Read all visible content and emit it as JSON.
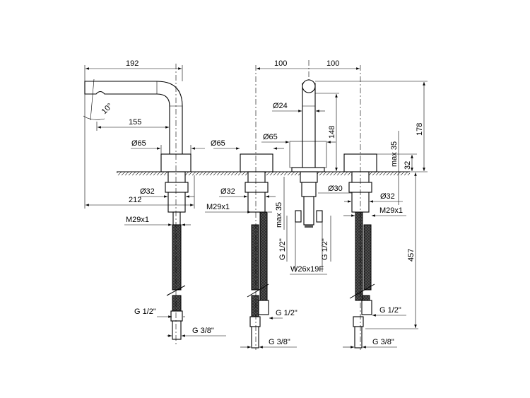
{
  "drawing": {
    "spout": {
      "width": "192",
      "reach": "155",
      "angle": "10°",
      "base_dia": "Ø65",
      "total": "212",
      "shank_dia": "Ø32",
      "thread": "M29x1"
    },
    "handle_left": {
      "base_dia": "Ø65",
      "shank_dia": "Ø32",
      "thread": "M29x1",
      "max": "max 35"
    },
    "center": {
      "left_spacing": "100",
      "right_spacing": "100",
      "tube_dia": "Ø24",
      "base_dia": "Ø65",
      "spout_height": "148",
      "shank_dia": "Ø30",
      "g_left": "G 1/2\"",
      "g_right": "G 1/2\"",
      "wrench": "W26x19F"
    },
    "handle_right": {
      "shank_dia": "Ø32",
      "thread": "M29x1",
      "max": "max 35",
      "height": "32",
      "overall_height": "178",
      "hose_length": "457"
    },
    "hose_fittings": {
      "g12_a": "G 1/2\"",
      "g38_a": "G 3/8\"",
      "g12_b": "G 1/2\"",
      "g38_b": "G 3/8\"",
      "g12_c": "G 1/2\"",
      "g38_c": "G 3/8\""
    }
  }
}
